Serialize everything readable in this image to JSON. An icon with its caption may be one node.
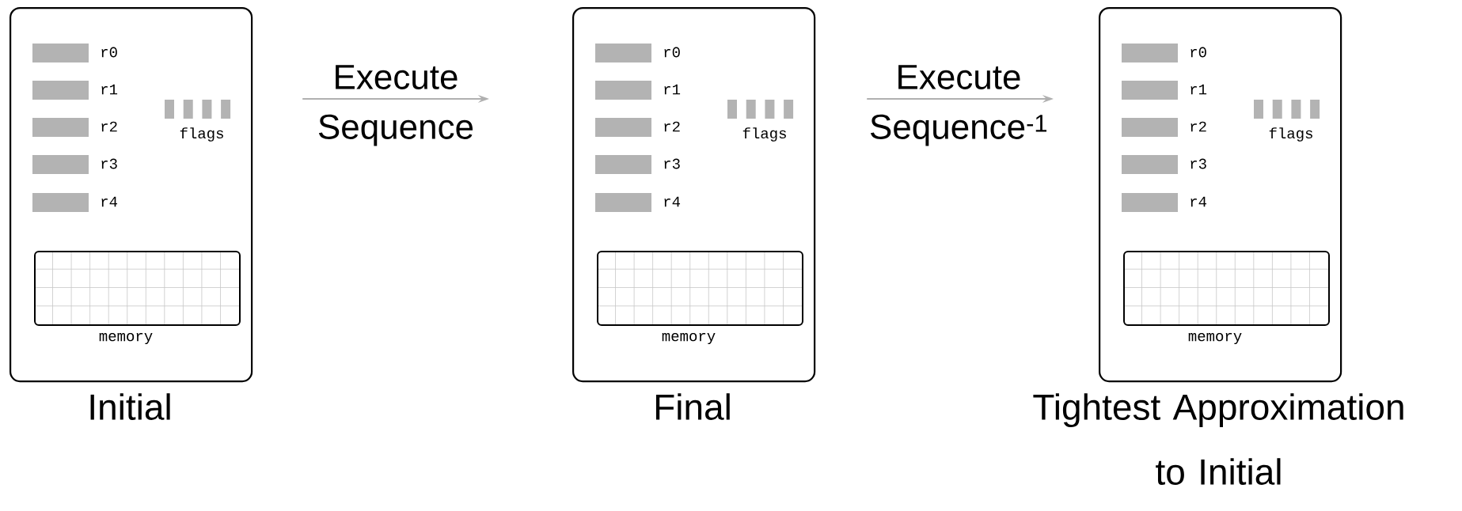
{
  "diagram": {
    "nodes": [
      {
        "text": [
          "Initial"
        ]
      },
      {
        "text": [
          "memory"
        ],
        "in": 0
      },
      {
        "text": [
          "Final"
        ]
      },
      {
        "text": [
          "memory"
        ],
        "in": 2
      },
      {
        "text": [
          "Tightest Approximation to Initial"
        ]
      },
      {
        "text": [
          "memory"
        ],
        "in": 4
      }
    ],
    "edges": [
      {
        "from": 0,
        "to": 2,
        "arrow": "to",
        "label": "Execute Sequence"
      },
      {
        "from": 2,
        "to": 4,
        "arrow": "to",
        "label": "Execute Sequence$^{-1}$"
      }
    ],
    "labels": [
      "r0",
      "r1",
      "r2",
      "r3",
      "r4",
      "flags",
      "r0",
      "r1",
      "r2",
      "r3",
      "r4",
      "flags",
      "r0",
      "r1",
      "r2",
      "r3",
      "r4",
      "flags"
    ]
  }
}
